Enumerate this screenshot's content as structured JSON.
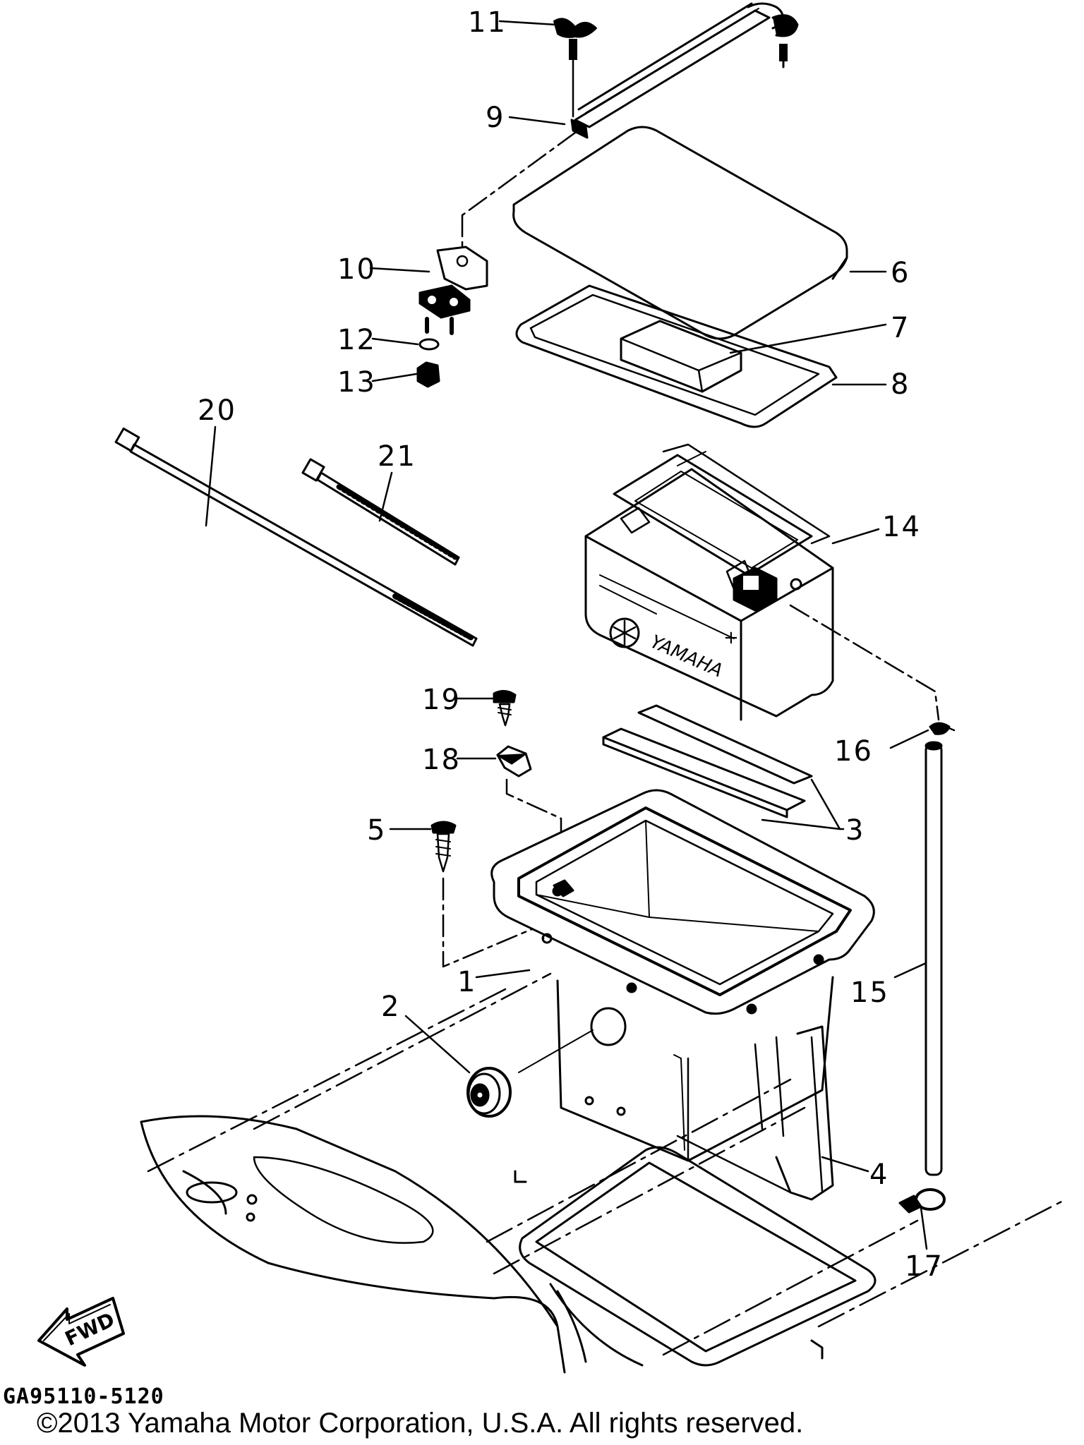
{
  "callouts": [
    {
      "num": "11"
    },
    {
      "num": "9"
    },
    {
      "num": "10"
    },
    {
      "num": "6"
    },
    {
      "num": "7"
    },
    {
      "num": "12"
    },
    {
      "num": "13"
    },
    {
      "num": "8"
    },
    {
      "num": "20"
    },
    {
      "num": "21"
    },
    {
      "num": "14"
    },
    {
      "num": "19"
    },
    {
      "num": "18"
    },
    {
      "num": "16"
    },
    {
      "num": "5"
    },
    {
      "num": "3"
    },
    {
      "num": "1"
    },
    {
      "num": "15"
    },
    {
      "num": "2"
    },
    {
      "num": "4"
    },
    {
      "num": "17"
    }
  ],
  "battery_brand": "YAMAHA",
  "battery_terminal_symbol": "+",
  "fwd_label": "FWD",
  "drawing_code": "GA95110-5120",
  "copyright": "©2013 Yamaha Motor Corporation, U.S.A. All rights reserved.",
  "colors": {
    "ink": "#000000",
    "paper": "#ffffff"
  }
}
